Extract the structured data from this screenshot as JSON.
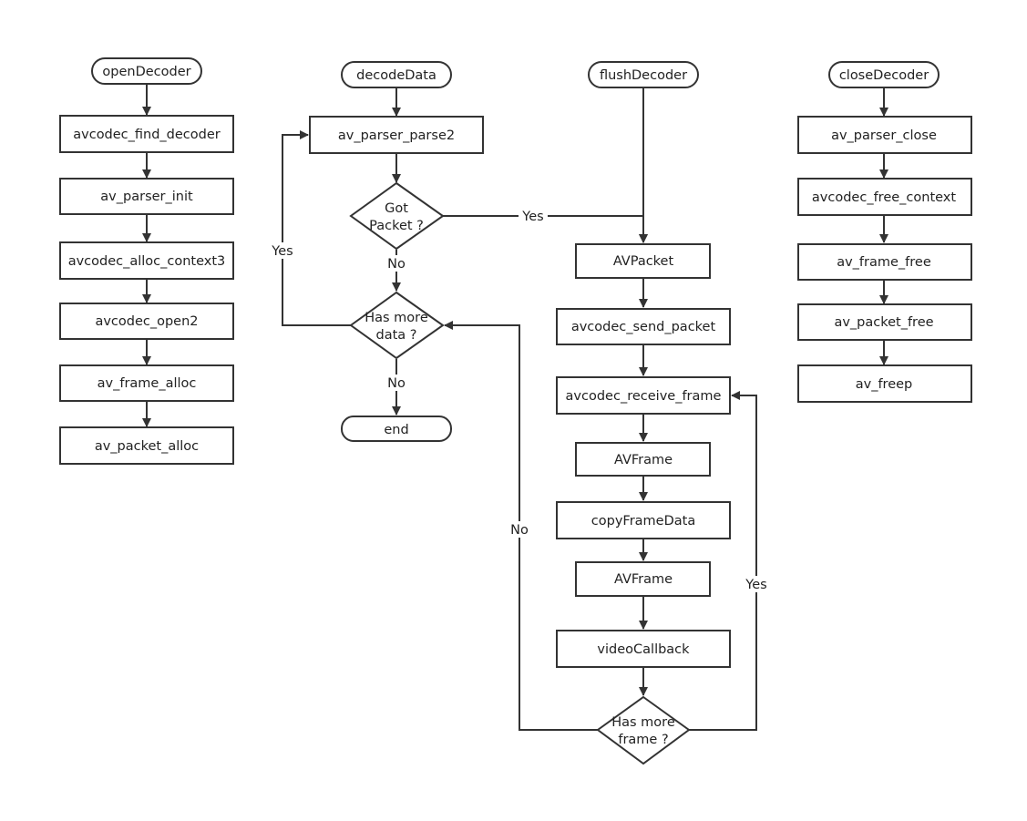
{
  "diagram": {
    "columns": {
      "open": {
        "start": "openDecoder",
        "steps": [
          "avcodec_find_decoder",
          "av_parser_init",
          "avcodec_alloc_context3",
          "avcodec_open2",
          "av_frame_alloc",
          "av_packet_alloc"
        ]
      },
      "decode": {
        "start": "decodeData",
        "parse": "av_parser_parse2",
        "got_packet": [
          "Got",
          "Packet ?"
        ],
        "has_more_data": [
          "Has more",
          "data ?"
        ],
        "end": "end"
      },
      "flush": {
        "start": "flushDecoder",
        "steps": [
          "AVPacket",
          "avcodec_send_packet",
          "avcodec_receive_frame",
          "AVFrame",
          "copyFrameData",
          "AVFrame",
          "videoCallback"
        ],
        "has_more_frame": [
          "Has more",
          "frame ?"
        ]
      },
      "close": {
        "start": "closeDecoder",
        "steps": [
          "av_parser_close",
          "avcodec_free_context",
          "av_frame_free",
          "av_packet_free",
          "av_freep"
        ]
      }
    },
    "edge_labels": {
      "got_packet_yes": "Yes",
      "got_packet_no": "No",
      "more_data_yes": "Yes",
      "more_data_no": "No",
      "more_frame_no": "No",
      "more_frame_yes": "Yes"
    }
  }
}
